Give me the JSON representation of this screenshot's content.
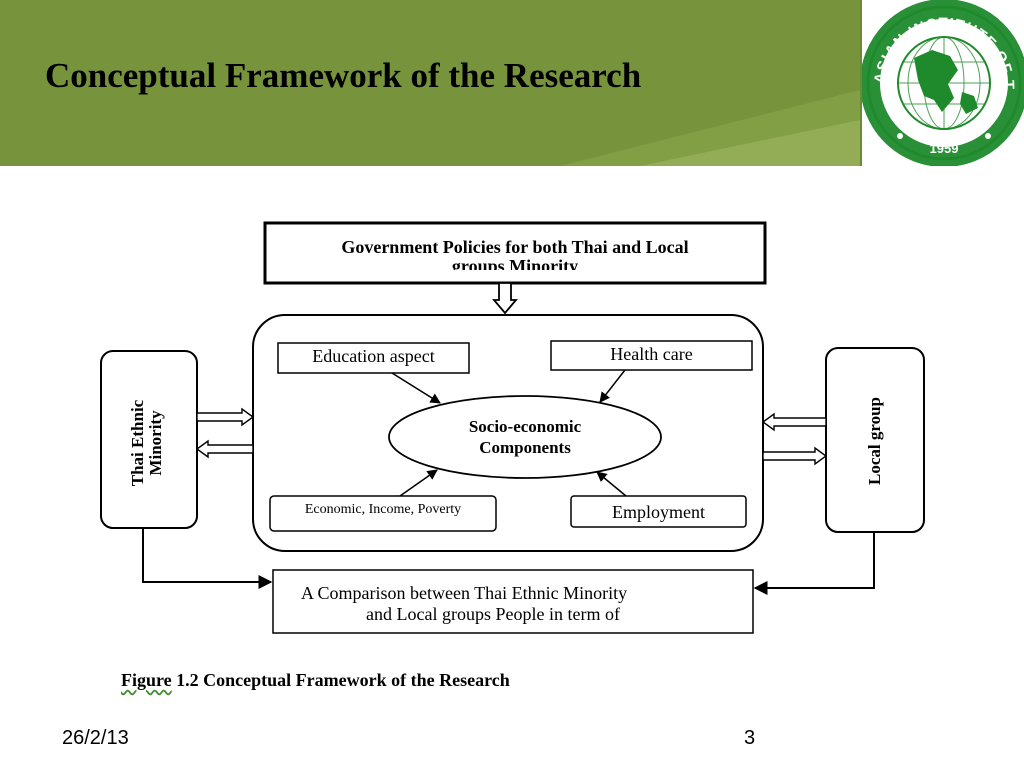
{
  "slide": {
    "title": "Conceptual Framework of the Research",
    "date": "26/2/13",
    "page_number": "3"
  },
  "logo": {
    "text_top": "ASIAN INSTITUTE OF TECHNOLOGY",
    "year": "1959"
  },
  "diagram": {
    "policy_line1": "Government Policies for both Thai and Local",
    "policy_line2": "groups Minority",
    "left_group_line1": "Thai Ethnic",
    "left_group_line2": "Minority",
    "right_group": "Local group",
    "education": "Education aspect",
    "health": "Health care",
    "center_line1": "Socio-economic",
    "center_line2": "Components",
    "economic": "Economic, Income, Poverty",
    "employment": "Employment",
    "comparison_line1": "A Comparison between Thai Ethnic Minority",
    "comparison_line2": "and Local groups People in term of"
  },
  "caption": {
    "figure_word": "Figure",
    "rest": " 1.2 Conceptual Framework of the Research"
  },
  "colors": {
    "banner": "#77933c",
    "logo_green": "#1f8a2c"
  }
}
